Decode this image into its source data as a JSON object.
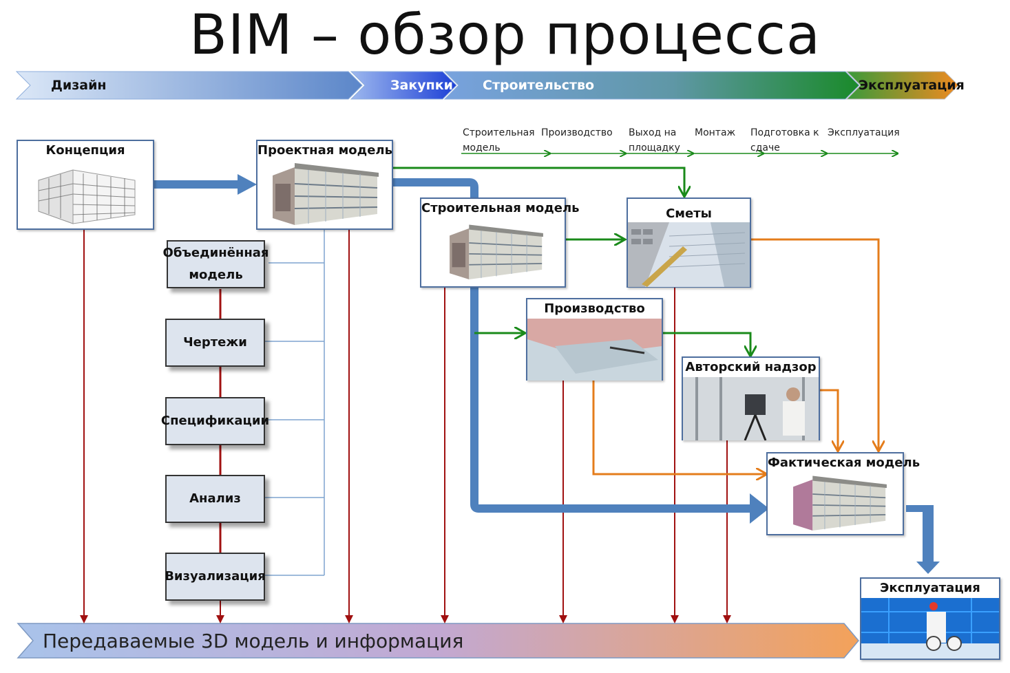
{
  "title": "BIM – обзор процесса",
  "phases": [
    {
      "label": "Дизайн",
      "color": "#111111"
    },
    {
      "label": "Закупки",
      "color": "#ffffff"
    },
    {
      "label": "Строительство",
      "color": "#ffffff"
    },
    {
      "label": "Эксплуатация",
      "color": "#111111"
    }
  ],
  "stages": [
    {
      "label": "Строительная модель"
    },
    {
      "label": "Производство"
    },
    {
      "label": "Выход на площадку"
    },
    {
      "label": "Монтаж"
    },
    {
      "label": "Подготовка к сдаче"
    },
    {
      "label": "Эксплуатация"
    }
  ],
  "boxes": {
    "concept": "Концепция",
    "design_model": "Проектная модель",
    "construction_model": "Строительная модель",
    "estimates": "Сметы",
    "production": "Производство",
    "supervision": "Авторский надзор",
    "as_built": "Фактическая модель",
    "operation": "Эксплуатация"
  },
  "documents": [
    {
      "label": "Объединённая модель"
    },
    {
      "label": "Чертежи"
    },
    {
      "label": "Спецификации"
    },
    {
      "label": "Анализ"
    },
    {
      "label": "Визуализация"
    }
  ],
  "bottom_arrow_label": "Передаваемые 3D модель и информация",
  "colors": {
    "blue_flow": "#4f81bd",
    "green_flow": "#1a8a1a",
    "orange_flow": "#e47c1b",
    "red_flow": "#a01010",
    "box_border": "#4d6e9e"
  }
}
